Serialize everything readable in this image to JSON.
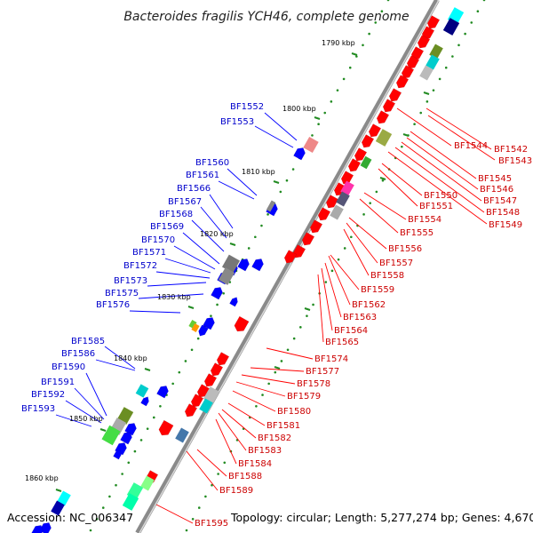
{
  "title": "Bacteroides fragilis YCH46, complete genome",
  "footer": {
    "accession": "Accession: NC_006347",
    "summary": "Topology: circular; Length: 5,277,274 bp; Genes: 4,670"
  },
  "colors": {
    "plus_strand": "#ff0000",
    "minus_strand": "#0000ff",
    "backbone": "#888888",
    "tick": "#228b22"
  },
  "kbp_ticks": [
    "1790 kbp",
    "1800 kbp",
    "1810 kbp",
    "1820 kbp",
    "1830 kbp",
    "1840 kbp",
    "1850 kbp",
    "1860 kbp"
  ],
  "left_labels": [
    "BF1552",
    "BF1553",
    "BF1560",
    "BF1561",
    "BF1566",
    "BF1567",
    "BF1568",
    "BF1569",
    "BF1570",
    "BF1571",
    "BF1572",
    "BF1573",
    "BF1575",
    "BF1576",
    "BF1585",
    "BF1586",
    "BF1590",
    "BF1591",
    "BF1592",
    "BF1593"
  ],
  "right_labels": [
    "BF1542",
    "BF1543",
    "BF1544",
    "BF1545",
    "BF1546",
    "BF1547",
    "BF1548",
    "BF1549",
    "BF1550",
    "BF1551",
    "BF1554",
    "BF1555",
    "BF1556",
    "BF1557",
    "BF1558",
    "BF1559",
    "BF1562",
    "BF1563",
    "BF1564",
    "BF1565",
    "BF1574",
    "BF1577",
    "BF1578",
    "BF1579",
    "BF1580",
    "BF1581",
    "BF1582",
    "BF1583",
    "BF1584",
    "BF1588",
    "BF1589",
    "BF1595"
  ]
}
